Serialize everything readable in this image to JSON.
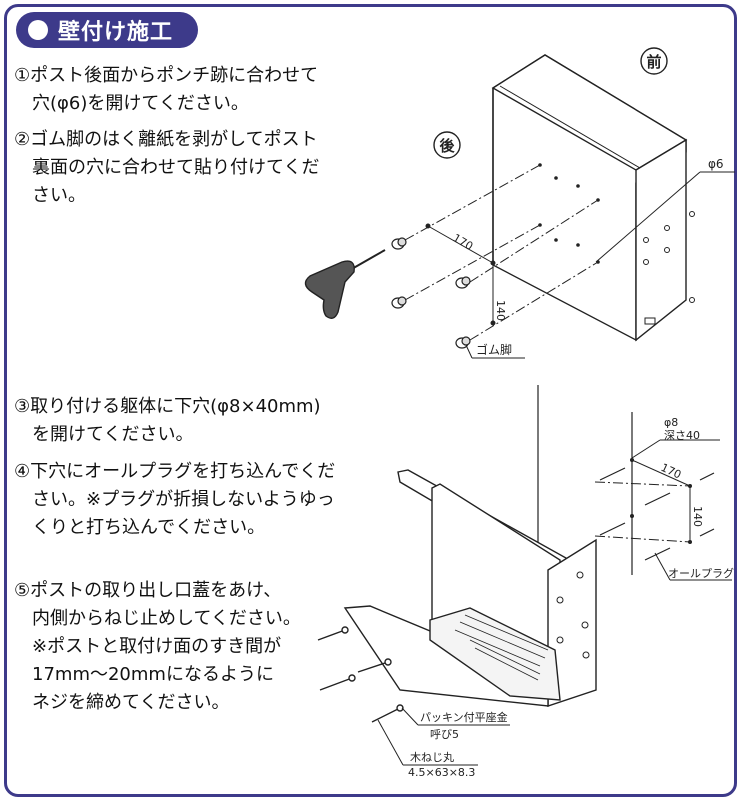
{
  "section_title": "壁付け施工",
  "steps": [
    {
      "lines": [
        "①ポスト後面からポンチ跡に合わせて",
        "穴(φ6)を開けてください。"
      ]
    },
    {
      "lines": [
        "②ゴム脚のはく離紙を剥がしてポスト",
        "裏面の穴に合わせて貼り付けてくだ",
        "さい。"
      ]
    },
    {
      "lines": [
        "③取り付ける躯体に下穴(φ8×40mm)",
        "を開けてください。"
      ]
    },
    {
      "lines": [
        "④下穴にオールプラグを打ち込んでくだ",
        "さい。※プラグが折損しないようゆっ",
        "くりと打ち込んでください。"
      ]
    },
    {
      "lines": [
        "⑤ポストの取り出し口蓋をあけ、",
        "内側からねじ止めしてください。",
        "※ポストと取付け面のすき間が",
        "17mm〜20mmになるように",
        "ネジを締めてください。"
      ]
    }
  ],
  "diagram1": {
    "front_label": "前",
    "back_label": "後",
    "hole_label": "φ6",
    "dim_width": "170",
    "dim_height": "140",
    "rubber_foot_label": "ゴム脚"
  },
  "diagram2": {
    "pilot_hole_label_1": "φ8",
    "pilot_hole_label_2": "深さ40",
    "dim_width": "170",
    "dim_height": "140",
    "plug_label": "オールプラグ",
    "washer_label_1": "パッキン付平座金",
    "washer_label_2": "呼び5",
    "screw_label_1": "木ねじ丸",
    "screw_label_2": "4.5×63×8.3"
  }
}
